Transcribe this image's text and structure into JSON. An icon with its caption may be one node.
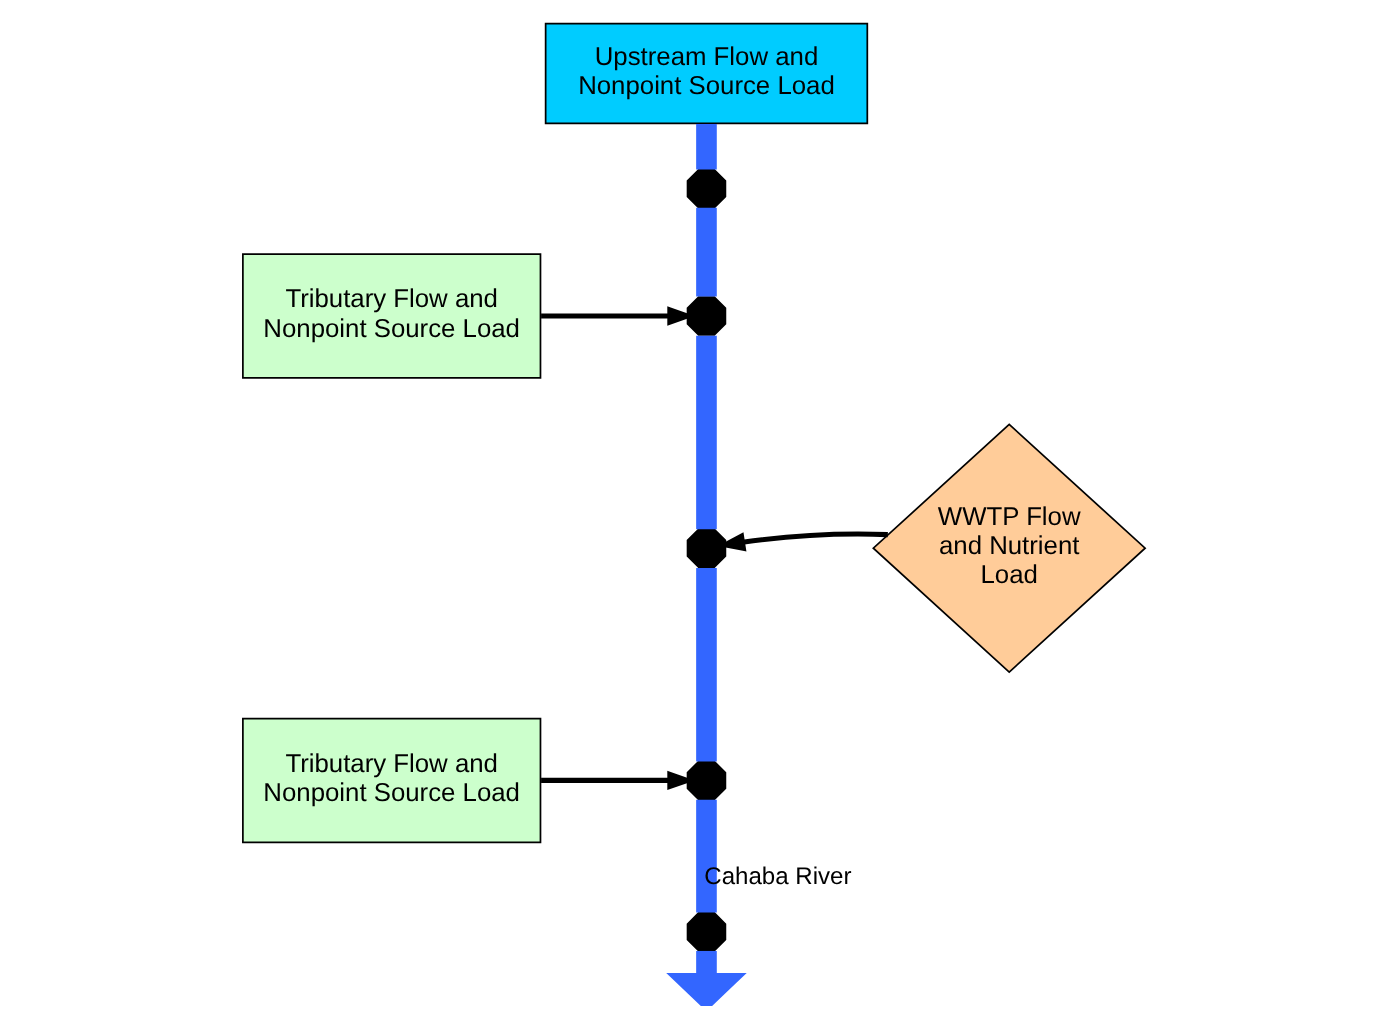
{
  "diagram": {
    "nodes": [
      {
        "text": [
          "Upstream Flow and Nonpoint Source Load"
        ]
      },
      {
        "text": [
          "Tributary Flow and Nonpoint Source Load"
        ]
      },
      {
        "text": [
          "WWTP Flow and Nutrient Load"
        ]
      },
      {
        "text": [
          "Tributary Flow and Nonpoint Source Load"
        ]
      },
      {
        "text": [],
        "shape": "octagon"
      },
      {
        "text": [],
        "shape": "octagon"
      },
      {
        "text": [],
        "shape": "octagon"
      },
      {
        "text": [],
        "shape": "octagon"
      },
      {
        "text": [],
        "shape": "octagon"
      }
    ],
    "edges": [
      {
        "from": 0,
        "to": 4,
        "arrow": "none"
      },
      {
        "from": 4,
        "to": 5,
        "arrow": "none"
      },
      {
        "from": 1,
        "to": 5,
        "arrow": "to",
        "color": "#000000"
      },
      {
        "from": 5,
        "to": 6,
        "arrow": "none"
      },
      {
        "from": 2,
        "to": 6,
        "arrow": "to",
        "color": "#000000"
      },
      {
        "from": 6,
        "to": 7,
        "arrow": "none"
      },
      {
        "from": 3,
        "to": 7,
        "arrow": "to",
        "color": "#000000"
      },
      {
        "from": 7,
        "to": 8,
        "arrow": "none",
        "label": "Cahaba River"
      },
      {
        "from": 8,
        "to": null,
        "arrow": "to"
      }
    ]
  }
}
